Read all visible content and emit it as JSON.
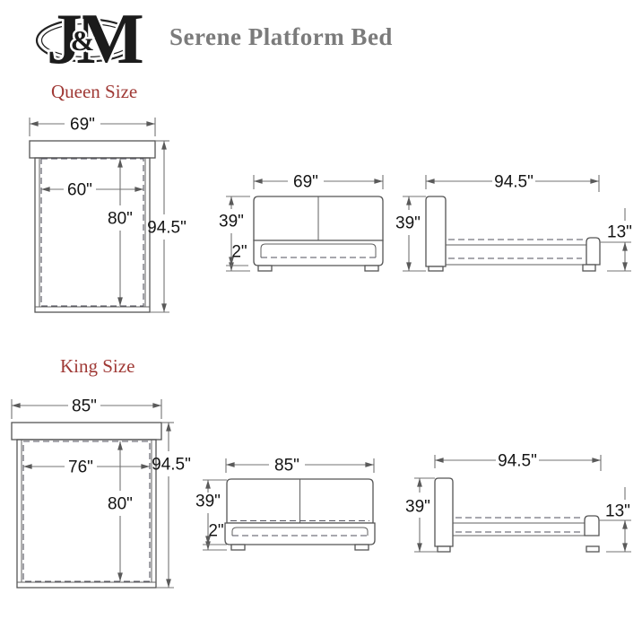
{
  "header": {
    "logo_j": "J",
    "logo_amp": "&",
    "logo_m": "M",
    "title": "Serene Platform Bed"
  },
  "colors": {
    "label_red": "#A03A36",
    "title_gray": "#7b7b7b",
    "line_gray": "#555555"
  },
  "queen": {
    "label": "Queen Size",
    "top_view": {
      "width": "69\"",
      "mattress_width": "60\"",
      "mattress_length": "80\"",
      "overall_length": "94.5\""
    },
    "front_view": {
      "width": "69\"",
      "height": "39\"",
      "leg_height": "2\""
    },
    "side_view": {
      "length": "94.5\"",
      "height": "39\"",
      "platform_height": "13\""
    }
  },
  "king": {
    "label": "King Size",
    "top_view": {
      "width": "85\"",
      "mattress_width": "76\"",
      "mattress_length": "80\"",
      "overall_length": "94.5\""
    },
    "front_view": {
      "width": "85\"",
      "height": "39\"",
      "leg_height": "2\""
    },
    "side_view": {
      "length": "94.5\"",
      "height": "39\"",
      "platform_height": "13\""
    }
  }
}
